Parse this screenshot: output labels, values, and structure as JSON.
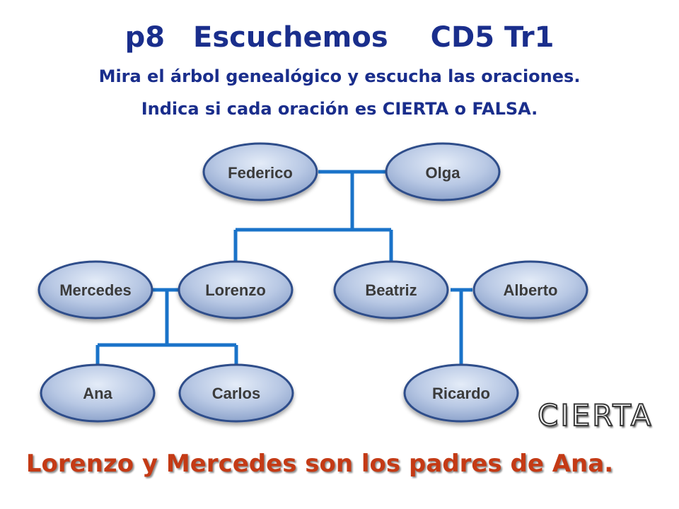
{
  "header": {
    "page": "p8",
    "activity": "Escuchemos",
    "track": "CD5 Tr1",
    "instruction_1": "Mira el árbol genealógico y escucha las oraciones.",
    "instruction_2": "Indica si cada oración es CIERTA o FALSA."
  },
  "tree": {
    "members": {
      "federico": "Federico",
      "olga": "Olga",
      "mercedes": "Mercedes",
      "lorenzo": "Lorenzo",
      "beatriz": "Beatriz",
      "alberto": "Alberto",
      "ana": "Ana",
      "carlos": "Carlos",
      "ricardo": "Ricardo"
    },
    "colors": {
      "node_fill": "#b8c8e4",
      "node_border": "#2f4d8a",
      "connector": "#1a73c9"
    }
  },
  "answer": {
    "verdict": "CIERTA",
    "sentence": "Lorenzo y Mercedes son los padres de Ana."
  }
}
